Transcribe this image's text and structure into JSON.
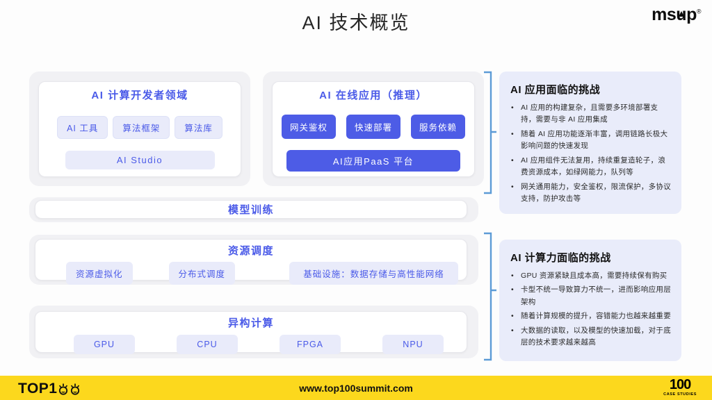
{
  "page": {
    "title": "AI 技术概览"
  },
  "header": {
    "msup_pre": "ms",
    "msup_u": "u",
    "msup_post": "p",
    "msup_reg": "®"
  },
  "sections": {
    "dev_domain": {
      "title": "AI 计算开发者领域",
      "chips": [
        "AI 工具",
        "算法框架",
        "算法库"
      ],
      "wide_chip": "AI Studio"
    },
    "online_app": {
      "title": "AI 在线应用（推理）",
      "buttons": [
        "网关鉴权",
        "快速部署",
        "服务依赖"
      ],
      "platform": "AI应用PaaS 平台"
    },
    "model_training": {
      "title": "模型训练"
    },
    "resource_scheduling": {
      "title": "资源调度",
      "chips": [
        "资源虚拟化",
        "分布式调度",
        "基础设施：数据存储与高性能网络"
      ]
    },
    "hetero_computing": {
      "title": "异构计算",
      "chips": [
        "GPU",
        "CPU",
        "FPGA",
        "NPU"
      ]
    }
  },
  "panels": {
    "app_challenges": {
      "title": "AI 应用面临的挑战",
      "bullets": [
        "AI 应用的构建复杂，且需要多环境部署支持，需要与非 AI 应用集成",
        "随着 AI 应用功能逐渐丰富，调用链路长极大影响问题的快速发现",
        "AI 应用组件无法复用，持续重复造轮子，浪费资源成本，如绿网能力，队列等",
        "网关通用能力，安全鉴权，限流保护，多协议支持，防护攻击等"
      ]
    },
    "compute_challenges": {
      "title": "AI 计算力面临的挑战",
      "bullets": [
        "GPU 资源紧缺且成本高，需要持续保有购买",
        "卡型不统一导致算力不统一，进而影响应用层架构",
        "随着计算规模的提升，容错能力也越来越重要",
        "大数据的读取，以及模型的快速加载，对于底层的技术要求越来越高"
      ]
    }
  },
  "footer": {
    "brand": "TOP1",
    "url": "www.top100summit.com",
    "case_number": "100",
    "case_label": "CASE STUDIES"
  },
  "colors": {
    "accent_blue": "#4a5ae8",
    "button_blue": "#4d5ce6",
    "bracket_blue": "#5c9bd6",
    "panel_bg": "#e9ecfa",
    "footer_yellow": "#fcd81d"
  }
}
